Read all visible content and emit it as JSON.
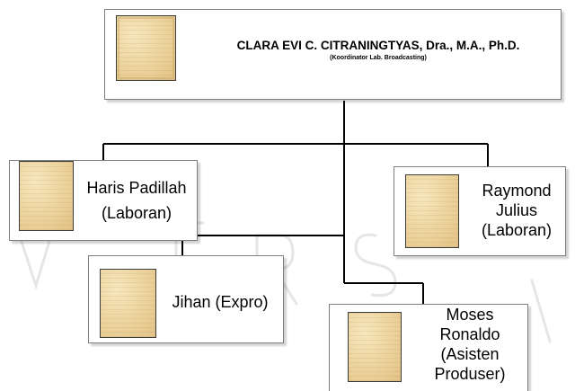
{
  "head": {
    "name": "CLARA EVI C. CITRANINGTYAS, Dra., M.A., Ph.D.",
    "role": "(Koordinator Lab. Broadcasting)"
  },
  "members": [
    {
      "name": "Haris Padillah",
      "role": "(Laboran)"
    },
    {
      "name": "Raymond Julius",
      "role": "(Laboran)"
    },
    {
      "name": "Jihan (Expro)"
    },
    {
      "name": "Moses Ronaldo",
      "role": "(Asisten Produser)"
    }
  ],
  "watermark": {
    "text": "V E R S I",
    "color": "#e6e6e6"
  },
  "colors": {
    "box_border": "#7f7f7f",
    "connector": "#000000",
    "photo_fill": "#ecd39c"
  }
}
